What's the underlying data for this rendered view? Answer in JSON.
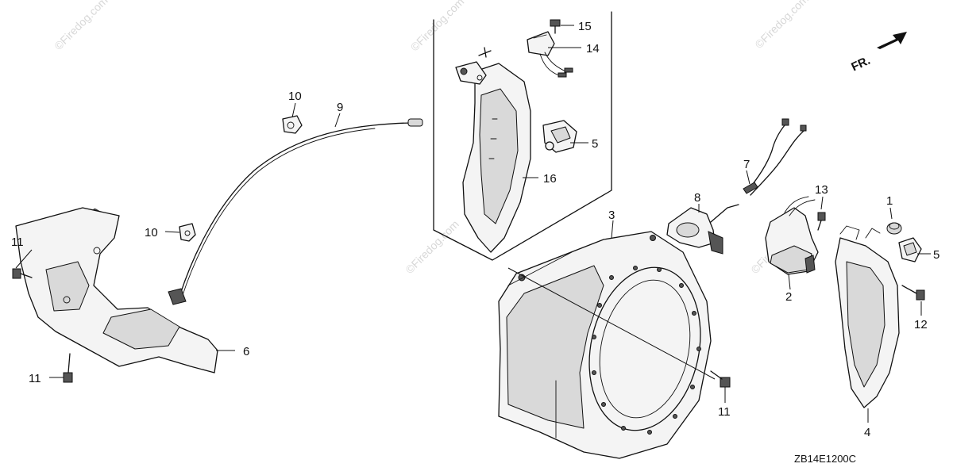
{
  "diagram_code": "ZB14E1200C",
  "direction_label": "FR.",
  "watermark_text": "©Firedog.com",
  "callouts": {
    "c1": "1",
    "c2": "2",
    "c3": "3",
    "c4": "4",
    "c5a": "5",
    "c5b": "5",
    "c6": "6",
    "c7": "7",
    "c8": "8",
    "c9": "9",
    "c10a": "10",
    "c10b": "10",
    "c11a": "11",
    "c11b": "11",
    "c11c": "11",
    "c12": "12",
    "c13": "13",
    "c14": "14",
    "c15": "15",
    "c16": "16"
  },
  "colors": {
    "line": "#111111",
    "watermark": "#d8d8d8",
    "background": "#ffffff"
  }
}
